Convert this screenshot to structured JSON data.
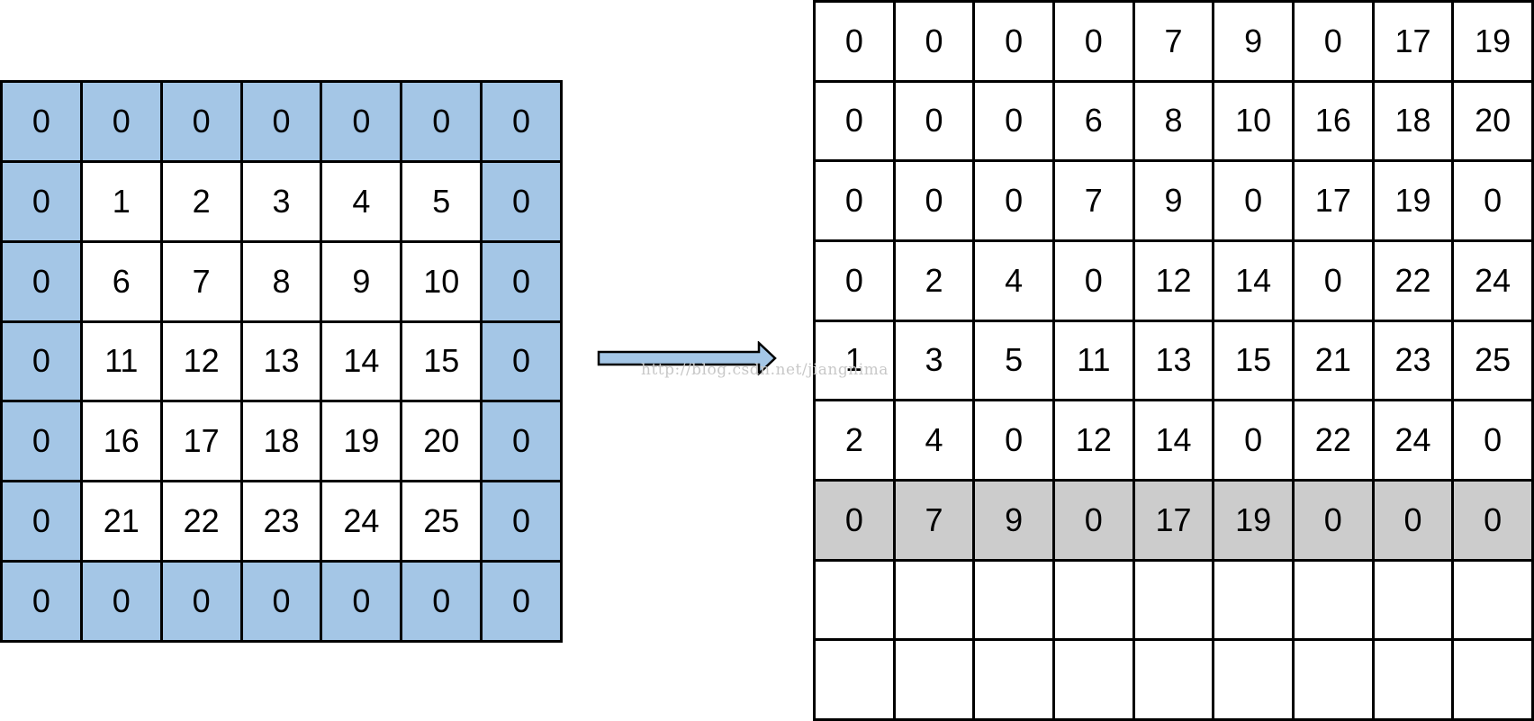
{
  "colors": {
    "padding_fill": "#a4c6e6",
    "highlight_row_fill": "#cccccc",
    "arrow_fill": "#a4c6e6"
  },
  "icons": {
    "arrow": "arrow-right-icon"
  },
  "padded_input": [
    [
      "0",
      "0",
      "0",
      "0",
      "0",
      "0",
      "0"
    ],
    [
      "0",
      "1",
      "2",
      "3",
      "4",
      "5",
      "0"
    ],
    [
      "0",
      "6",
      "7",
      "8",
      "9",
      "10",
      "0"
    ],
    [
      "0",
      "11",
      "12",
      "13",
      "14",
      "15",
      "0"
    ],
    [
      "0",
      "16",
      "17",
      "18",
      "19",
      "20",
      "0"
    ],
    [
      "0",
      "21",
      "22",
      "23",
      "24",
      "25",
      "0"
    ],
    [
      "0",
      "0",
      "0",
      "0",
      "0",
      "0",
      "0"
    ]
  ],
  "output_matrix": [
    [
      "0",
      "0",
      "0",
      "0",
      "7",
      "9",
      "0",
      "17",
      "19"
    ],
    [
      "0",
      "0",
      "0",
      "6",
      "8",
      "10",
      "16",
      "18",
      "20"
    ],
    [
      "0",
      "0",
      "0",
      "7",
      "9",
      "0",
      "17",
      "19",
      "0"
    ],
    [
      "0",
      "2",
      "4",
      "0",
      "12",
      "14",
      "0",
      "22",
      "24"
    ],
    [
      "1",
      "3",
      "5",
      "11",
      "13",
      "15",
      "21",
      "23",
      "25"
    ],
    [
      "2",
      "4",
      "0",
      "12",
      "14",
      "0",
      "22",
      "24",
      "0"
    ],
    [
      "0",
      "7",
      "9",
      "0",
      "17",
      "19",
      "0",
      "0",
      "0"
    ],
    [
      "",
      "",
      "",
      "",
      "",
      "",
      "",
      "",
      ""
    ],
    [
      "",
      "",
      "",
      "",
      "",
      "",
      "",
      "",
      ""
    ]
  ],
  "highlighted_output_row": 6,
  "watermark": "http://blog.csdn.net/jiangnima"
}
